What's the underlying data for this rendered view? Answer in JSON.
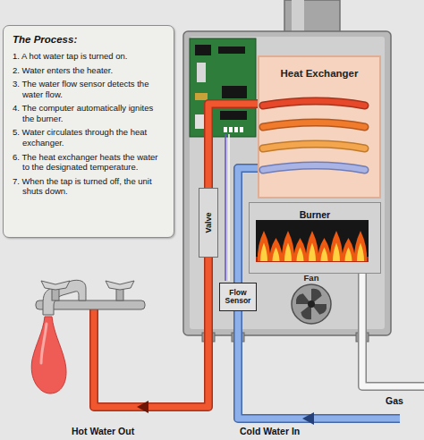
{
  "diagram": {
    "nodes": [
      {
        "text": [
          "The Process:",
          "1. A hot water tap is turned on.",
          "2. Water enters the heater.",
          "3. The water flow sensor detects the water flow.",
          "4. The computer automatically ignites the burner.",
          "5. Water circulates through the heat exchanger.",
          "6. The heat exchanger heats the water to the designated temperature.",
          "7. When the tap is turned off, the unit shuts down."
        ]
      },
      {
        "text": [
          "Heat Exchanger"
        ]
      },
      {
        "text": [
          "Burner"
        ]
      },
      {
        "text": [
          "Valve"
        ]
      },
      {
        "text": [
          "Flow Sensor"
        ]
      },
      {
        "text": [
          "Fan"
        ]
      }
    ],
    "edges": [
      {
        "from": 1,
        "to": 3,
        "arrow": "none"
      },
      {
        "from": 4,
        "to": 1,
        "arrow": "none"
      }
    ],
    "labels": [
      "Hot Water Out",
      "Cold Water In",
      "Gas"
    ]
  }
}
